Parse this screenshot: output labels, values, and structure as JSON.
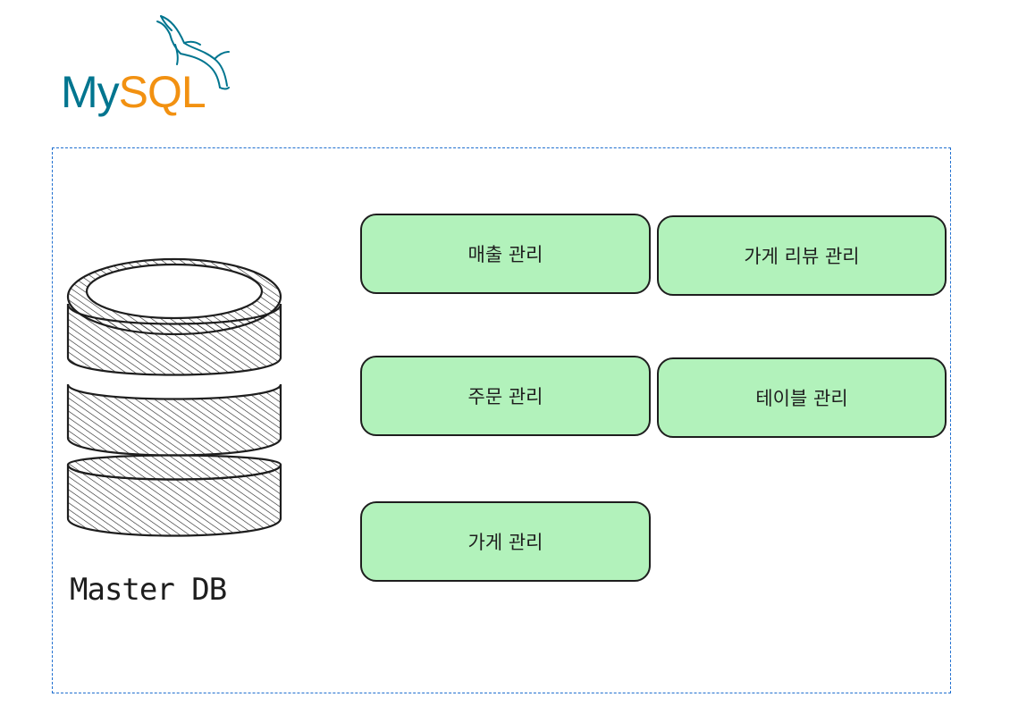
{
  "logo": {
    "text_my": "My",
    "text_sql": "SQL",
    "colors": {
      "my": "#00758f",
      "sql": "#f29111"
    },
    "icon": "dolphin-icon"
  },
  "database": {
    "icon": "database-cylinder-icon",
    "label": "Master DB"
  },
  "modules": {
    "sales": "매출 관리",
    "store_review": "가게 리뷰 관리",
    "order": "주문 관리",
    "table": "테이블 관리",
    "store": "가게 관리"
  },
  "colors": {
    "module_fill": "#b2f2bb",
    "frame_border": "#1f6fd0",
    "stroke": "#1e1e1e"
  }
}
